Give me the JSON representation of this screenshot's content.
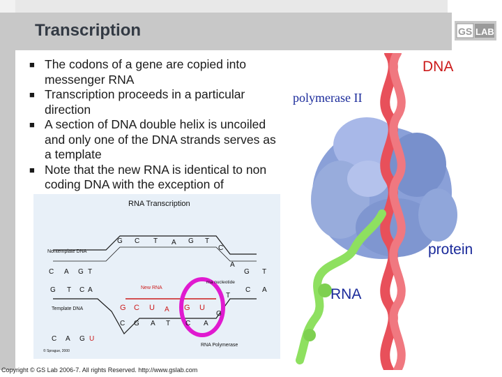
{
  "slide": {
    "title": "Transcription",
    "bullets": [
      "The codons of a gene are copied into messenger RNA",
      "Transcription proceeds in a particular direction",
      "A section of DNA double helix is uncoiled and only one of the DNA strands serves as a template",
      "Note that the new RNA is identical to non coding DNA with the exception of"
    ],
    "footer": "Copyright © GS Lab 2006-7. All rights Reserved. http://www.gslab.com",
    "logo_text": "GS LAB"
  },
  "diagram": {
    "title": "RNA Transcription",
    "labels": {
      "nontemplate": "Nontemplate DNA",
      "template": "Template DNA",
      "new_rna": "New RNA",
      "rna_nucleotide": "rna nucleotide",
      "rna_polymerase": "RNA Polymerase",
      "credit": "© Sprague, 2000"
    },
    "top_strand": [
      "G",
      "C",
      "T",
      "A",
      "G",
      "T",
      "C"
    ],
    "left_top": [
      "C",
      "A",
      "G",
      "T"
    ],
    "left_bottom": [
      "G",
      "T",
      "C",
      "A"
    ],
    "right_top": [
      "A",
      "G",
      "T"
    ],
    "right_bottom": [
      "T",
      "C",
      "A"
    ],
    "rna_row": [
      "G",
      "C",
      "U",
      "A",
      "G",
      "U",
      "G"
    ],
    "bottom_strand": [
      "C",
      "G",
      "A",
      "T",
      "C",
      "A"
    ],
    "bottom_left": [
      "C",
      "A",
      "G",
      "U"
    ],
    "colors": {
      "dna": "#1a1a1a",
      "rna": "#cc1a1a",
      "loop": "#e01ad0",
      "background": "#e8f0f8"
    }
  },
  "figure": {
    "labels": {
      "dna": "DNA",
      "polymerase": "polymerase II",
      "protein": "protein",
      "rna": "RNA"
    },
    "colors": {
      "dna": "#e8505a",
      "protein": "#8aa0d8",
      "rna": "#8ee060",
      "dna_label": "#cc1a1a",
      "protein_label": "#1a2a9a",
      "rna_label": "#1a2a9a"
    }
  }
}
